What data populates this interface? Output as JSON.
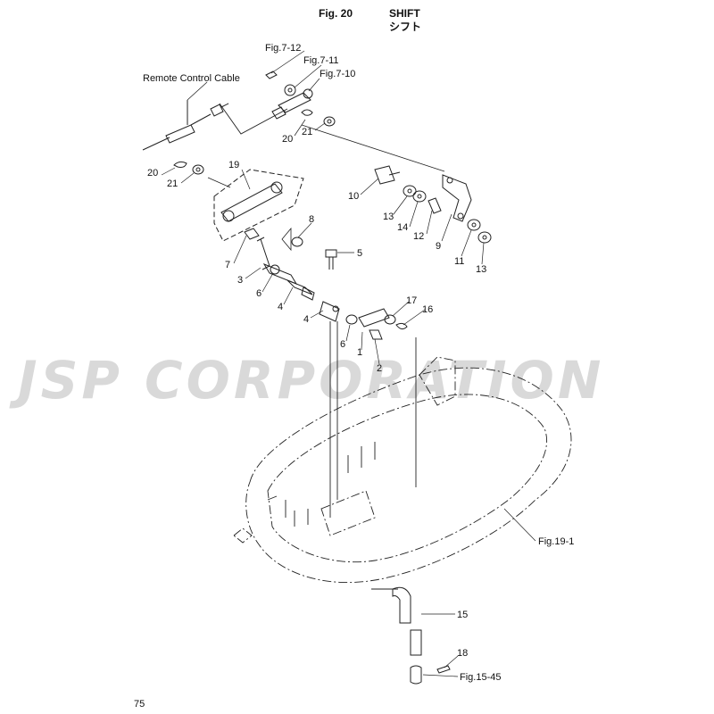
{
  "header": {
    "fig_number": "Fig. 20",
    "title_en": "SHIFT",
    "title_jp": "シフト"
  },
  "watermark": "JSP CORPORATION",
  "page_number": "75",
  "callouts": [
    {
      "id": "ref-fig7-12",
      "text": "Fig.7-12"
    },
    {
      "id": "ref-fig7-11",
      "text": "Fig.7-11"
    },
    {
      "id": "ref-fig7-10",
      "text": "Fig.7-10"
    },
    {
      "id": "remote-control-cable",
      "text": "Remote Control Cable"
    },
    {
      "id": "part-20a",
      "text": "20"
    },
    {
      "id": "part-21a",
      "text": "21"
    },
    {
      "id": "part-20b",
      "text": "20"
    },
    {
      "id": "part-21b",
      "text": "21"
    },
    {
      "id": "part-19",
      "text": "19"
    },
    {
      "id": "part-10",
      "text": "10"
    },
    {
      "id": "part-13a",
      "text": "13"
    },
    {
      "id": "part-14",
      "text": "14"
    },
    {
      "id": "part-12",
      "text": "12"
    },
    {
      "id": "part-9",
      "text": "9"
    },
    {
      "id": "part-11",
      "text": "11"
    },
    {
      "id": "part-13b",
      "text": "13"
    },
    {
      "id": "part-8",
      "text": "8"
    },
    {
      "id": "part-5",
      "text": "5"
    },
    {
      "id": "part-7",
      "text": "7"
    },
    {
      "id": "part-3",
      "text": "3"
    },
    {
      "id": "part-6a",
      "text": "6"
    },
    {
      "id": "part-4a",
      "text": "4"
    },
    {
      "id": "part-4b",
      "text": "4"
    },
    {
      "id": "part-6b",
      "text": "6"
    },
    {
      "id": "part-1",
      "text": "1"
    },
    {
      "id": "part-2",
      "text": "2"
    },
    {
      "id": "part-17",
      "text": "17"
    },
    {
      "id": "part-16",
      "text": "16"
    },
    {
      "id": "ref-fig19-1",
      "text": "Fig.19-1"
    },
    {
      "id": "part-15",
      "text": "15"
    },
    {
      "id": "part-18",
      "text": "18"
    },
    {
      "id": "ref-fig15-45",
      "text": "Fig.15-45"
    }
  ]
}
